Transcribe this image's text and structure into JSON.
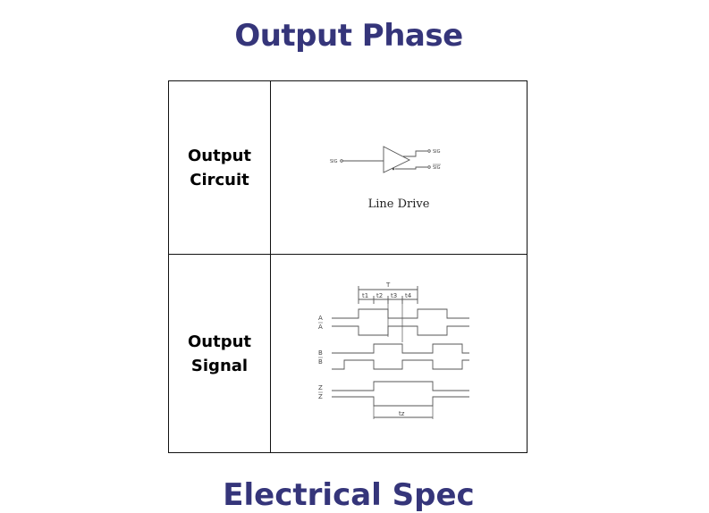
{
  "page": {
    "title": "Output Phase",
    "next_section_title": "Electrical Spec"
  },
  "table": {
    "rows": [
      {
        "label_line1": "Output",
        "label_line2": "Circuit",
        "diagram": {
          "input_label": "SIG",
          "output_label": "SIG",
          "output_inverted_label": "SIG",
          "caption": "Line Drive"
        }
      },
      {
        "label_line1": "Output",
        "label_line2": "Signal",
        "diagram": {
          "period_label": "T",
          "phase_labels": [
            "t1",
            "t2",
            "t3",
            "t4"
          ],
          "index_width_label": "tz",
          "channel_a": "A",
          "channel_a_inv": "A",
          "channel_b": "B",
          "channel_b_inv": "B",
          "channel_z": "Z",
          "channel_z_inv": "Z"
        }
      }
    ]
  }
}
